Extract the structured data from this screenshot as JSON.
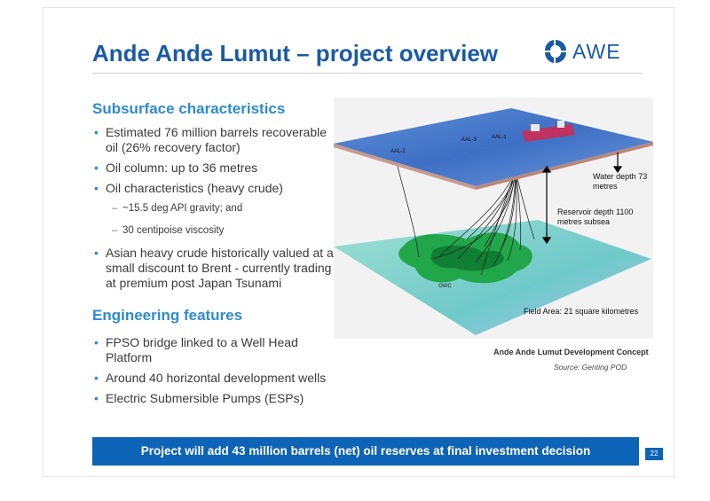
{
  "title": "Ande Ande Lumut – project overview",
  "logo": {
    "text": "AWE",
    "color": "#1a5aa6"
  },
  "subsurface": {
    "heading": "Subsurface characteristics",
    "bullets": [
      "Estimated 76 million barrels recoverable oil (26% recovery factor)",
      "Oil column: up to 36 metres",
      "Oil characteristics (heavy crude)"
    ],
    "sub_bullets": [
      "~15.5 deg API gravity; and",
      "30 centipoise viscosity"
    ],
    "bullet_last": "Asian heavy crude historically valued at a small discount to Brent - currently trading at premium post Japan Tsunami"
  },
  "engineering": {
    "heading": "Engineering features",
    "bullets": [
      "FPSO bridge linked to a Well Head Platform",
      "Around 40 horizontal development wells",
      "Electric Submersible Pumps (ESPs)"
    ]
  },
  "figure": {
    "well_labels": [
      "AAL-2",
      "AAL-3",
      "AAL-1"
    ],
    "owc_label": "OWC",
    "water_depth": "Water depth 73 metres",
    "reservoir_depth": "Reservoir depth 1100 metres subsea",
    "field_area": "Field Area: 21 square kilometres",
    "caption": "Ande Ande Lumut  Development Concept",
    "source": "Source: Genting POD"
  },
  "banner": "Project will add 43 million barrels (net) oil reserves at final investment decision",
  "page_number": "22",
  "colors": {
    "title": "#1a5aa6",
    "heading": "#2f8ad1",
    "banner": "#0d63b5"
  }
}
